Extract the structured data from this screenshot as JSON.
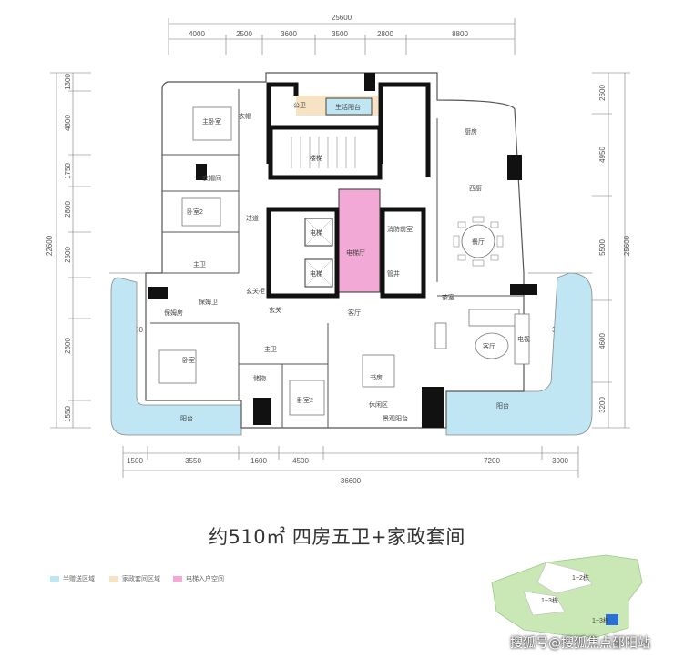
{
  "title": "约510㎡ 四房五卫+家政套间",
  "colors": {
    "balcony": "#bfe6f2",
    "hall": "#f2a9d6",
    "service": "#f7e3c4",
    "wall": "#111111",
    "green": "#c9e8b6"
  },
  "dims": {
    "top_total": "25600",
    "top": [
      "4000",
      "2500",
      "3600",
      "3500",
      "2800",
      "8800"
    ],
    "bottom_total": "36600",
    "bottom": [
      "1500",
      "3550",
      "1600",
      "4500",
      "7200",
      "3000"
    ],
    "left_total": "22600",
    "left": [
      "1300",
      "4800",
      "1750",
      "2800",
      "2500",
      "2600",
      "1550"
    ],
    "right_total": "25600",
    "right": [
      "2600",
      "4950",
      "5500",
      "4600",
      "3200"
    ],
    "side_1500": "1500",
    "side_3000": "3000"
  },
  "rooms": [
    {
      "id": "bedroom-1",
      "label": "主卧室"
    },
    {
      "id": "wardrobe",
      "label": "衣帽"
    },
    {
      "id": "bathroom-toilet",
      "label": "公卫"
    },
    {
      "id": "bedroom-2",
      "label": "卧室2"
    },
    {
      "id": "master-bath",
      "label": "主卫"
    },
    {
      "id": "cloakroom",
      "label": "衣帽间"
    },
    {
      "id": "corridor",
      "label": "过道"
    },
    {
      "id": "bedroom-3",
      "label": "卧室"
    },
    {
      "id": "entrance",
      "label": "玄关"
    },
    {
      "id": "bath-3",
      "label": "主卫"
    },
    {
      "id": "storage",
      "label": "储物"
    },
    {
      "id": "bedroom-4",
      "label": "卧室2"
    },
    {
      "id": "balcony-left",
      "label": "阳台"
    },
    {
      "id": "nanny-room",
      "label": "保姆房"
    },
    {
      "id": "nanny-bath",
      "label": "保姆卫"
    },
    {
      "id": "kitchen-service",
      "label": "生活阳台"
    },
    {
      "id": "stair",
      "label": "楼梯"
    },
    {
      "id": "elevator-a",
      "label": "电梯"
    },
    {
      "id": "elevator-b",
      "label": "电梯"
    },
    {
      "id": "elevator-hall",
      "label": "电梯厅"
    },
    {
      "id": "fire-hall",
      "label": "消防前室"
    },
    {
      "id": "shaft",
      "label": "管井"
    },
    {
      "id": "kitchen",
      "label": "厨房"
    },
    {
      "id": "western-kitchen",
      "label": "西厨"
    },
    {
      "id": "dining",
      "label": "餐厅"
    },
    {
      "id": "foyer",
      "label": "客厅"
    },
    {
      "id": "living",
      "label": "客厅"
    },
    {
      "id": "tv",
      "label": "电视"
    },
    {
      "id": "study",
      "label": "书房"
    },
    {
      "id": "lounge",
      "label": "休闲区"
    },
    {
      "id": "balcony-mid",
      "label": "景观阳台"
    },
    {
      "id": "balcony-right",
      "label": "阳台"
    },
    {
      "id": "tea",
      "label": "茶室"
    },
    {
      "id": "entry-hall",
      "label": "玄关柜"
    }
  ],
  "legend": [
    {
      "label": "半赠送区域",
      "color": "#bfe6f2"
    },
    {
      "label": "家政套间区域",
      "color": "#f7e3c4"
    },
    {
      "label": "电梯入户空间",
      "color": "#f2a9d6"
    }
  ],
  "map": {
    "labels": [
      "1~2栋",
      "1~3栋",
      "1~3栋"
    ]
  },
  "watermark": "搜狐号@搜狐焦点邵阳站"
}
